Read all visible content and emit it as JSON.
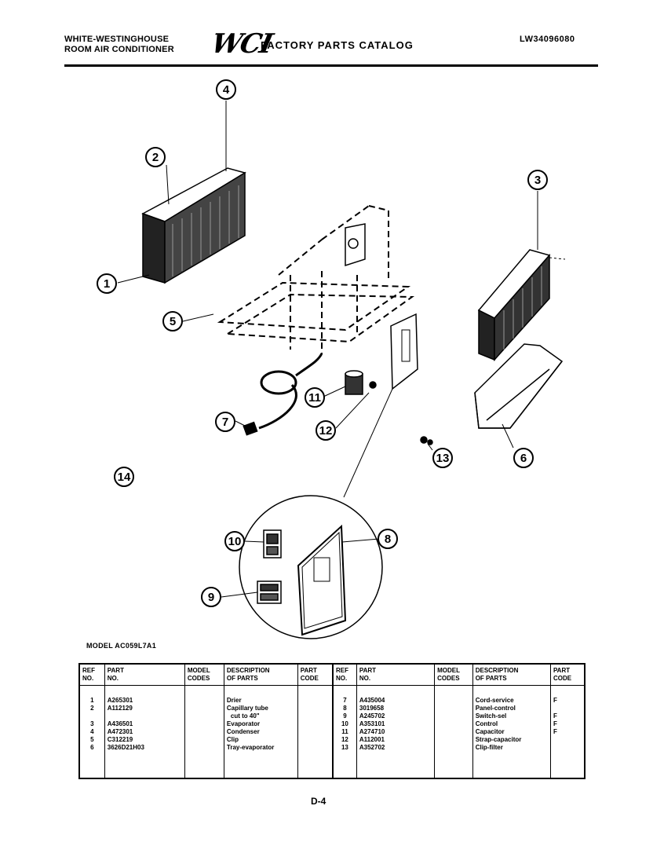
{
  "header": {
    "brand_line1": "WHITE-WESTINGHOUSE",
    "brand_line2": "ROOM AIR CONDITIONER",
    "logo": "WCI",
    "catalog_title": "FACTORY PARTS CATALOG",
    "doc_number": "LW34096080"
  },
  "callouts": [
    "1",
    "2",
    "3",
    "4",
    "5",
    "6",
    "7",
    "8",
    "9",
    "10",
    "11",
    "12",
    "13",
    "14"
  ],
  "model_label": "MODEL AC059L7A1",
  "table": {
    "headers": {
      "ref": [
        "REF",
        "NO."
      ],
      "part": [
        "PART",
        "NO."
      ],
      "model": [
        "MODEL",
        "CODES"
      ],
      "desc": [
        "DESCRIPTION",
        "OF PARTS"
      ],
      "code": [
        "PART",
        "CODE"
      ]
    },
    "left_rows": [
      {
        "ref": "1",
        "part": "A265301",
        "model": "",
        "desc": "Drier",
        "code": ""
      },
      {
        "ref": "2",
        "part": "A112129",
        "model": "",
        "desc": "Capillary tube",
        "code": ""
      },
      {
        "ref": "",
        "part": "",
        "model": "",
        "desc": "cut to 40\"",
        "code": ""
      },
      {
        "ref": "3",
        "part": "A436501",
        "model": "",
        "desc": "Evaporator",
        "code": ""
      },
      {
        "ref": "4",
        "part": "A472301",
        "model": "",
        "desc": "Condenser",
        "code": ""
      },
      {
        "ref": "5",
        "part": "C312219",
        "model": "",
        "desc": "Clip",
        "code": ""
      },
      {
        "ref": "6",
        "part": "3626D21H03",
        "model": "",
        "desc": "Tray-evaporator",
        "code": ""
      }
    ],
    "right_rows": [
      {
        "ref": "7",
        "part": "A435004",
        "model": "",
        "desc": "Cord-service",
        "code": "F"
      },
      {
        "ref": "8",
        "part": "3019658",
        "model": "",
        "desc": "Panel-control",
        "code": ""
      },
      {
        "ref": "9",
        "part": "A245702",
        "model": "",
        "desc": "Switch-sel",
        "code": "F"
      },
      {
        "ref": "10",
        "part": "A353101",
        "model": "",
        "desc": "Control",
        "code": "F"
      },
      {
        "ref": "11",
        "part": "A274710",
        "model": "",
        "desc": "Capacitor",
        "code": "F"
      },
      {
        "ref": "12",
        "part": "A112001",
        "model": "",
        "desc": "Strap-capacitor",
        "code": ""
      },
      {
        "ref": "13",
        "part": "A352702",
        "model": "",
        "desc": "Clip-filter",
        "code": ""
      }
    ]
  },
  "page_number": "D-4"
}
